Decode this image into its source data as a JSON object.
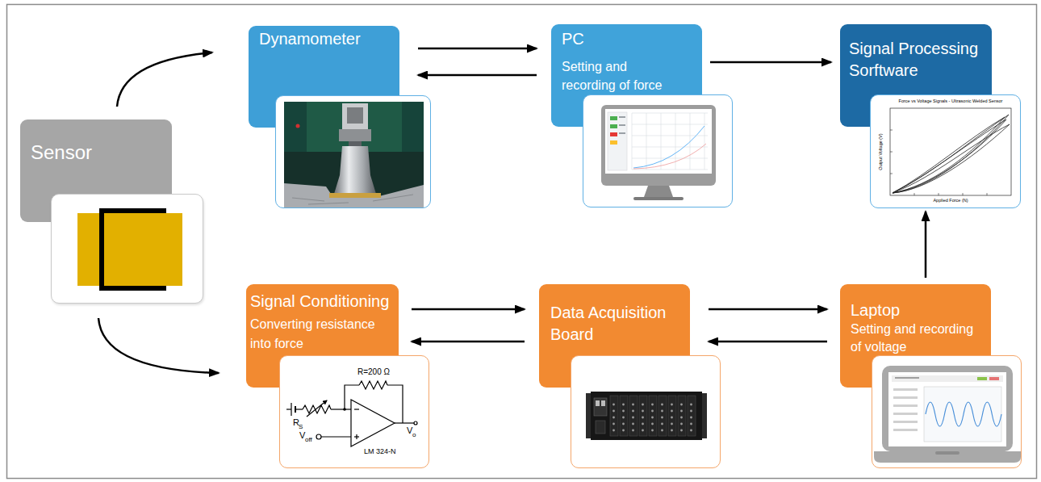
{
  "diagram": {
    "nodes": [
      {
        "text": [
          "Sensor"
        ]
      },
      {
        "text": [
          "Dynamometer"
        ]
      },
      {
        "text": [
          "PC",
          "Setting and recording of force"
        ]
      },
      {
        "text": [
          "Signal Processing Sorftware"
        ]
      },
      {
        "text": [
          "Signal Conditioning",
          "Converting resistance into force"
        ]
      },
      {
        "text": [
          "Data Acquisition Board"
        ]
      },
      {
        "text": [
          "Laptop",
          "Setting and recording of voltage"
        ]
      }
    ],
    "edges": [
      {
        "from": 0,
        "to": 1,
        "arrow": "to"
      },
      {
        "from": 0,
        "to": 4,
        "arrow": "to"
      },
      {
        "from": 1,
        "to": 2,
        "arrow": "to"
      },
      {
        "from": 2,
        "to": 1,
        "arrow": "to"
      },
      {
        "from": 2,
        "to": 3,
        "arrow": "to"
      },
      {
        "from": 4,
        "to": 5,
        "arrow": "to"
      },
      {
        "from": 5,
        "to": 4,
        "arrow": "to"
      },
      {
        "from": 5,
        "to": 6,
        "arrow": "to"
      },
      {
        "from": 6,
        "to": 5,
        "arrow": "to"
      },
      {
        "from": 6,
        "to": 3,
        "arrow": "to"
      }
    ],
    "labels": [
      "R=200 Ω",
      "R",
      "S",
      "V",
      "off",
      "V",
      "o",
      "LM 324-N",
      "Force vs Voltage Signals - Ultrasonic Welded Sensor",
      "Applied Force (N)",
      "Output Voltage (V)"
    ]
  }
}
